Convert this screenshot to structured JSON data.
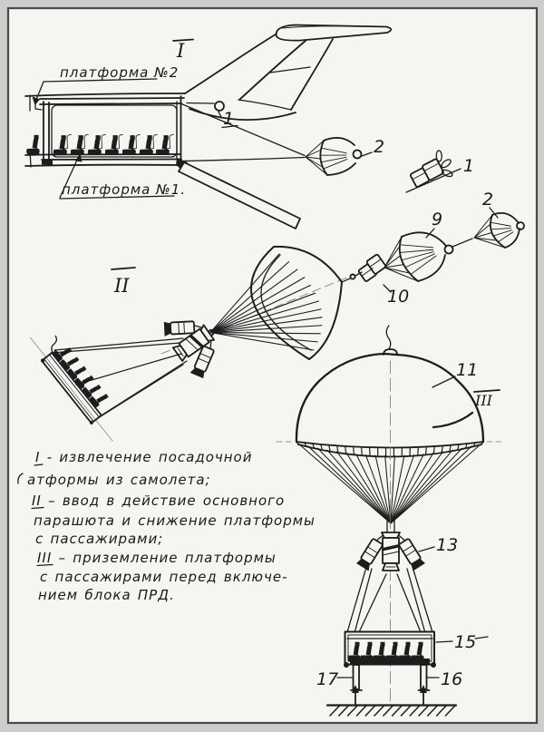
{
  "section_markers": {
    "stage1": "I",
    "stage2": "II",
    "stage3": "III"
  },
  "callouts": {
    "platform2": "платформа №2",
    "platform1": "платформа №1.",
    "ref1_fuselage": "1",
    "ref2_drogue": "2",
    "ref1_device": "1",
    "ref2_drogue_chain": "2",
    "ref9": "9",
    "ref10": "10",
    "ref11": "11",
    "ref13": "13",
    "ref15": "15",
    "ref16": "16",
    "ref17": "17"
  },
  "legend": {
    "line1": "I - извлечение посадочной",
    "line2": "атформы из самолета;",
    "line3": "II – ввод в действие основного",
    "line4": "парашюта и снижение платформы",
    "line5": "с пассажирами;",
    "line6": "III – приземление платформы",
    "line7": "с пассажирами перед включе-",
    "line8": "нием блока ПРД."
  },
  "colors": {
    "ink": "#1d1d1d",
    "paper": "#f6f5f2",
    "mat": "#cdcdcd",
    "frame": "#4a4a4a"
  }
}
